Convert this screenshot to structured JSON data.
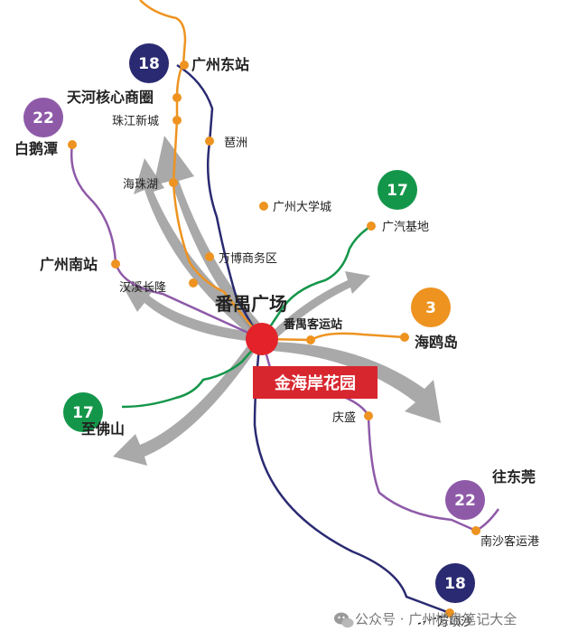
{
  "colors": {
    "line18": "#2a2a72",
    "line22": "#8e5aa8",
    "line17": "#14964a",
    "line3": "#ee9320",
    "stationDot": "#ee9320",
    "arrow": "#9a9a9a",
    "center": "#e3222a",
    "project": "#d8262e"
  },
  "map": {
    "center": "番禺广场",
    "project": "金海岸花园",
    "badges": [
      "18",
      "22",
      "17",
      "3",
      "17",
      "22",
      "18"
    ],
    "stations": [
      "广州东站",
      "天河核心商圈",
      "珠江新城",
      "琶洲",
      "海珠湖",
      "广州大学城",
      "白鹅潭",
      "广汽基地",
      "万博商务区",
      "广州南站",
      "汉溪长隆",
      "番禺客运站",
      "海鸥岛",
      "至佛山",
      "庆盛",
      "往东莞",
      "南沙客运港",
      "万顷沙"
    ]
  },
  "watermark": "公众号 · 广州楼盘笔记大全"
}
